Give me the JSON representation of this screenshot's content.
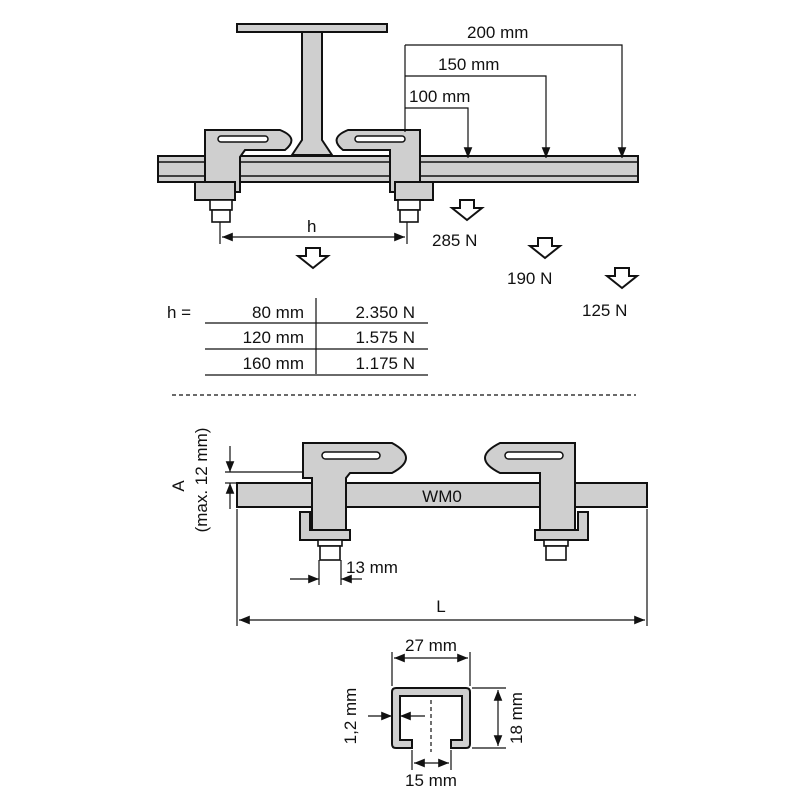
{
  "top": {
    "distances": [
      "200 mm",
      "150 mm",
      "100 mm"
    ],
    "loads": [
      "285 N",
      "190 N",
      "125 N"
    ],
    "h_label": "h"
  },
  "table": {
    "prefix": "h =",
    "rows": [
      {
        "h": "80 mm",
        "load": "2.350 N"
      },
      {
        "h": "120 mm",
        "load": "1.575 N"
      },
      {
        "h": "160 mm",
        "load": "1.175 N"
      }
    ]
  },
  "middle": {
    "a_label": "A",
    "a_max": "(max. 12 mm)",
    "rail_label": "WM0",
    "bolt_width": "13 mm",
    "length_label": "L"
  },
  "profile": {
    "width": "27 mm",
    "height": "18 mm",
    "thickness": "1,2 mm",
    "opening": "15 mm"
  }
}
